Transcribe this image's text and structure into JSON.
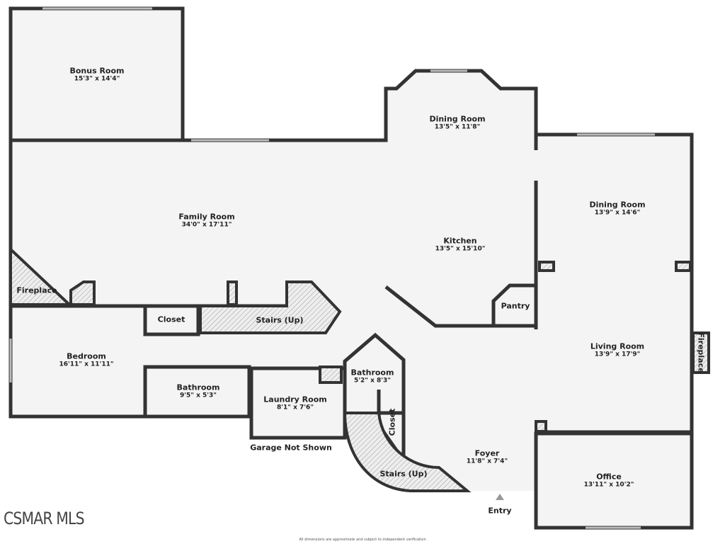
{
  "rooms": {
    "bonus": {
      "name": "Bonus Room",
      "dim": "15'3\" x 14'4\""
    },
    "dining_top": {
      "name": "Dining Room",
      "dim": "13'5\" x 11'8\""
    },
    "family": {
      "name": "Family Room",
      "dim": "34'0\" x 17'11\""
    },
    "kitchen": {
      "name": "Kitchen",
      "dim": "13'5\" x 15'10\""
    },
    "dining_right": {
      "name": "Dining Room",
      "dim": "13'9\" x 14'6\""
    },
    "pantry": {
      "name": "Pantry"
    },
    "fireplace_left": {
      "name": "Fireplace"
    },
    "closet_top": {
      "name": "Closet"
    },
    "stairs_top": {
      "name": "Stairs (Up)"
    },
    "living": {
      "name": "Living Room",
      "dim": "13'9\" x 17'9\""
    },
    "fireplace_right": {
      "name": "Fireplace"
    },
    "bedroom": {
      "name": "Bedroom",
      "dim": "16'11\" x 11'11\""
    },
    "bath1": {
      "name": "Bathroom",
      "dim": "9'5\" x 5'3\""
    },
    "laundry": {
      "name": "Laundry Room",
      "dim": "8'1\" x 7'6\""
    },
    "bath2": {
      "name": "Bathroom",
      "dim": "5'2\" x 8'3\""
    },
    "closet_bottom": {
      "name": "Closet"
    },
    "foyer": {
      "name": "Foyer",
      "dim": "11'8\" x 7'4\""
    },
    "stairs_bottom": {
      "name": "Stairs (Up)"
    },
    "office": {
      "name": "Office",
      "dim": "13'11\" x 10'2\""
    }
  },
  "notes": {
    "garage": "Garage Not Shown",
    "entry": "Entry",
    "disclaimer": "All dimensions are approximate and subject to independent verification"
  },
  "logo": "CSMAR MLS"
}
